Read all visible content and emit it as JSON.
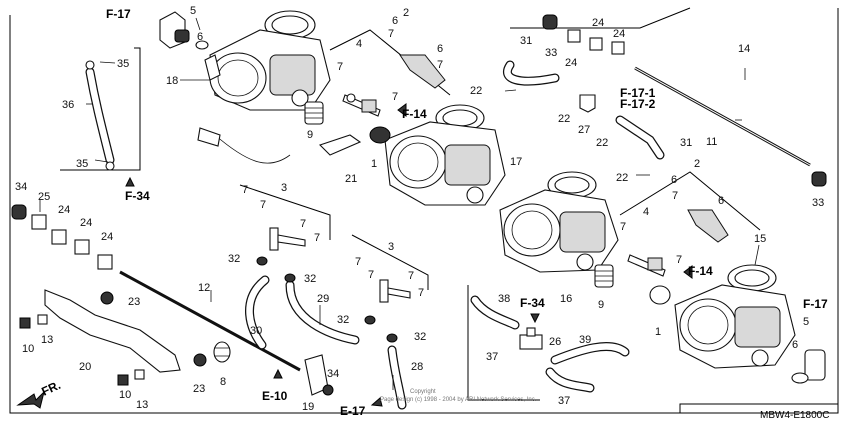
{
  "diagram": {
    "part_code": "MBW4-E1800C",
    "copyright": "Copyright",
    "copyright_notice": "Page design (c) 1998 - 2004 by ARI Network Services, Inc.",
    "direction_label": "FR.",
    "references": {
      "f17_top": "F-17",
      "f34_left": "F-34",
      "f14_a": "F-14",
      "f17_1": "F-17-1",
      "f17_2": "F-17-2",
      "f14_b": "F-14",
      "f34_right": "F-34",
      "f17_right": "F-17",
      "e10": "E-10",
      "e17": "E-17"
    },
    "callouts": {
      "c1": "5",
      "c2": "6",
      "c3": "18",
      "c4": "35",
      "c5": "36",
      "c6": "35",
      "c7": "4",
      "c8": "2",
      "c9": "6",
      "c10": "6",
      "c11": "7",
      "c12": "7",
      "c13": "7",
      "c14": "7",
      "c15": "9",
      "c16": "21",
      "c17": "1",
      "c18": "17",
      "c19": "31",
      "c20": "33",
      "c21": "24",
      "c22": "24",
      "c23": "24",
      "c24": "22",
      "c25": "22",
      "c26": "27",
      "c27": "22",
      "c28": "31",
      "c29": "14",
      "c30": "11",
      "c31": "22",
      "c32": "2",
      "c33": "6",
      "c34": "6",
      "c35": "7",
      "c36": "4",
      "c37": "7",
      "c38": "7",
      "c39": "15",
      "c40": "33",
      "c41": "34",
      "c42": "25",
      "c43": "24",
      "c44": "24",
      "c45": "24",
      "c46": "3",
      "c47": "7",
      "c48": "7",
      "c49": "7",
      "c50": "7",
      "c51": "32",
      "c52": "32",
      "c53": "12",
      "c54": "23",
      "c55": "29",
      "c56": "30",
      "c57": "10",
      "c58": "13",
      "c59": "20",
      "c60": "23",
      "c61": "8",
      "c62": "10",
      "c63": "13",
      "c64": "3",
      "c65": "7",
      "c66": "7",
      "c67": "7",
      "c68": "7",
      "c69": "32",
      "c70": "32",
      "c71": "34",
      "c72": "19",
      "c73": "28",
      "c74": "38",
      "c75": "26",
      "c76": "37",
      "c77": "39",
      "c78": "37",
      "c79": "16",
      "c80": "9",
      "c81": "1",
      "c82": "5",
      "c83": "6"
    }
  }
}
